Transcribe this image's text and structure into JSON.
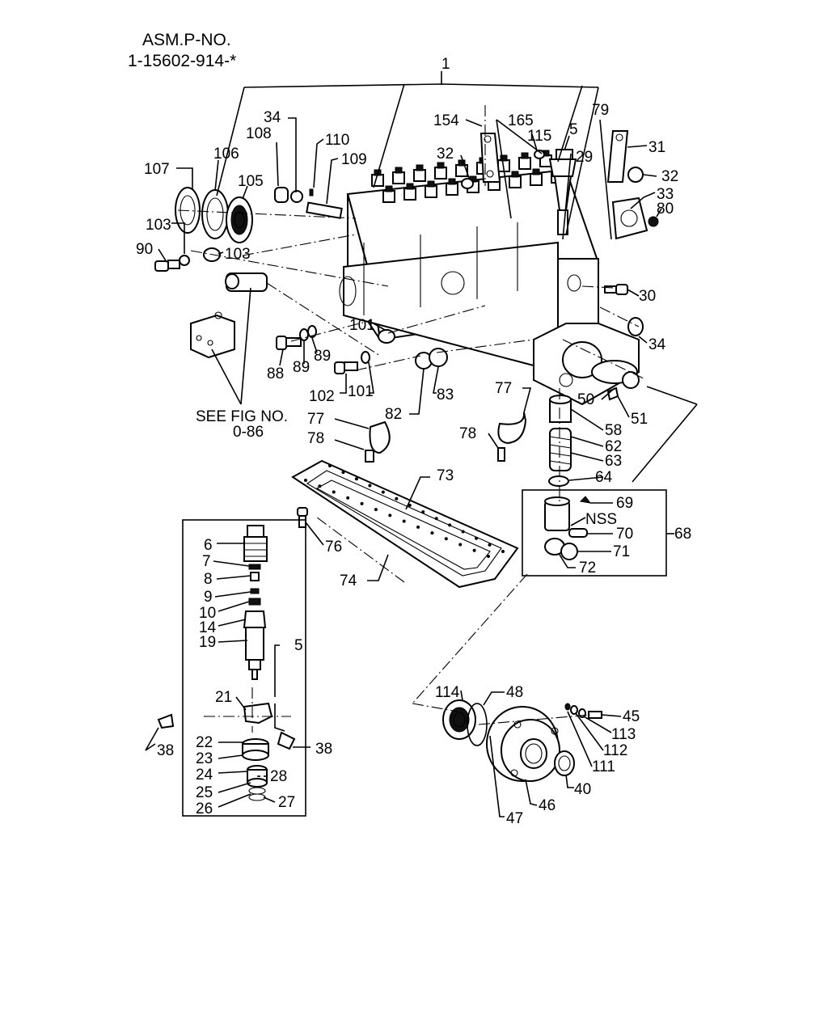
{
  "header": {
    "line1": "ASM.P-NO.",
    "line2": "1-15602-914-*"
  },
  "see_fig": {
    "line1": "SEE FIG NO.",
    "line2": "0-86"
  },
  "nss_label": "NSS",
  "callouts": [
    "1",
    "154",
    "165",
    "115",
    "5",
    "29",
    "79",
    "31",
    "32",
    "33",
    "80",
    "34",
    "108",
    "110",
    "109",
    "107",
    "106",
    "105",
    "103",
    "90",
    "30",
    "101",
    "88",
    "89",
    "102",
    "83",
    "82",
    "77",
    "78",
    "73",
    "76",
    "74",
    "50",
    "51",
    "58",
    "62",
    "63",
    "64",
    "69",
    "70",
    "71",
    "72",
    "68",
    "6",
    "7",
    "8",
    "9",
    "10",
    "14",
    "19",
    "21",
    "22",
    "23",
    "24",
    "25",
    "26",
    "27",
    "28",
    "38",
    "114",
    "48",
    "45",
    "113",
    "112",
    "111",
    "40",
    "46",
    "47"
  ],
  "colors": {
    "ink": "#000000",
    "paper": "#ffffff"
  }
}
